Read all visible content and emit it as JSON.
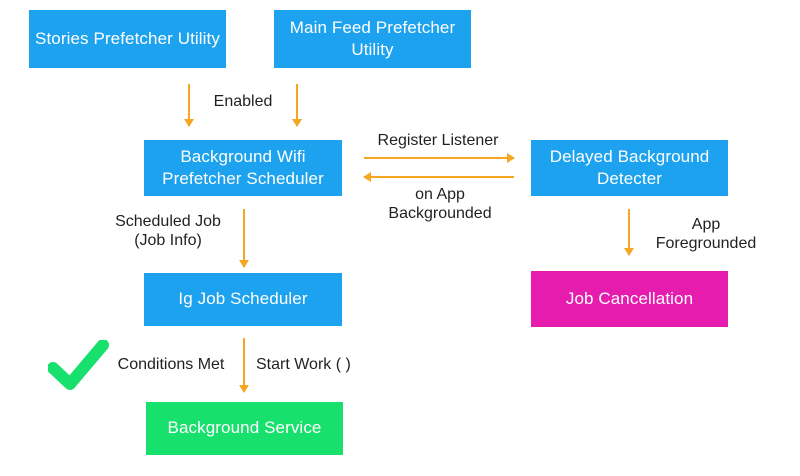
{
  "diagram": {
    "background_color": "#ffffff",
    "arrow_color": "#f5a623",
    "text_color": "#231f20",
    "colors": {
      "blue": "#1ca2ee",
      "green": "#18e06d",
      "pink": "#e51cad",
      "check_green": "#18e06d"
    },
    "nodes": [
      {
        "id": "stories-prefetcher-utility",
        "label": "Stories Prefetcher\nUtility",
        "color": "blue"
      },
      {
        "id": "main-feed-prefetcher-utility",
        "label": "Main Feed Prefetcher\nUtility",
        "color": "blue"
      },
      {
        "id": "background-wifi-prefetcher-scheduler",
        "label": "Background Wifi\nPrefetcher Scheduler",
        "color": "blue"
      },
      {
        "id": "delayed-background-detecter",
        "label": "Delayed Background\nDetecter",
        "color": "blue"
      },
      {
        "id": "ig-job-scheduler",
        "label": "Ig Job Scheduler",
        "color": "blue"
      },
      {
        "id": "job-cancellation",
        "label": "Job Cancellation",
        "color": "pink"
      },
      {
        "id": "background-service",
        "label": "Background Service",
        "color": "green"
      }
    ],
    "edge_labels": [
      {
        "id": "enabled",
        "text": "Enabled"
      },
      {
        "id": "register-listener",
        "text": "Register Listener"
      },
      {
        "id": "on-app-backgrounded",
        "text": "on App\nBackgrounded"
      },
      {
        "id": "scheduled-job",
        "text": "Scheduled Job\n(Job Info)"
      },
      {
        "id": "app-foregrounded",
        "text": "App\nForegrounded"
      },
      {
        "id": "conditions-met",
        "text": "Conditions Met"
      },
      {
        "id": "start-work",
        "text": "Start Work ( )"
      }
    ],
    "icons": [
      {
        "id": "check-mark-icon",
        "name": "check-mark-icon"
      }
    ]
  }
}
